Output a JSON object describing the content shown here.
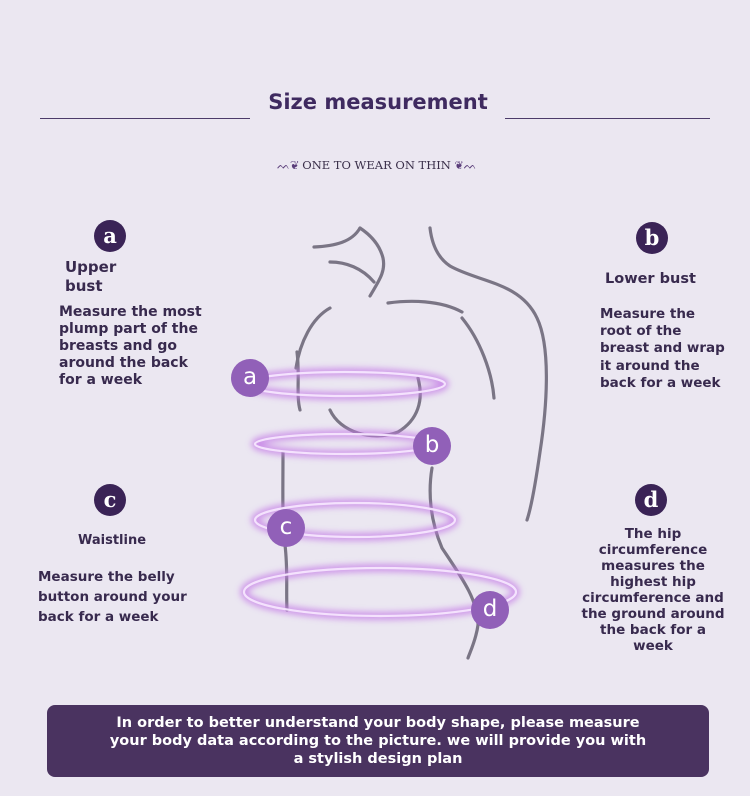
{
  "header": {
    "title": "Size measurement",
    "subtitle": "ONE TO WEAR ON THIN",
    "ornament_left": "ᨓ❦",
    "ornament_right": "❦ᨓ"
  },
  "points": {
    "a": {
      "letter": "a",
      "label": "Upper bust",
      "description": "Measure the most plump part of the breasts and go around the back for a week"
    },
    "b": {
      "letter": "b",
      "label": "Lower bust",
      "description": "Measure the root of the breast and wrap it around the back for a week"
    },
    "c": {
      "letter": "c",
      "label": "Waistline",
      "description": "Measure the belly button around your back for a week"
    },
    "d": {
      "letter": "d",
      "label": "",
      "description": "The hip circumference measures the highest hip circumference and the ground around the back for a week"
    }
  },
  "footer": {
    "text": "In order to better understand your body shape, please measure your body data according to the picture. we will provide you with a stylish design plan"
  },
  "colors": {
    "background": "#ebe7f1",
    "badge_dark": "#3a2356",
    "badge_figure": "#9160b8",
    "ring_glow": "#c47be6",
    "banner": "#4a3360"
  }
}
